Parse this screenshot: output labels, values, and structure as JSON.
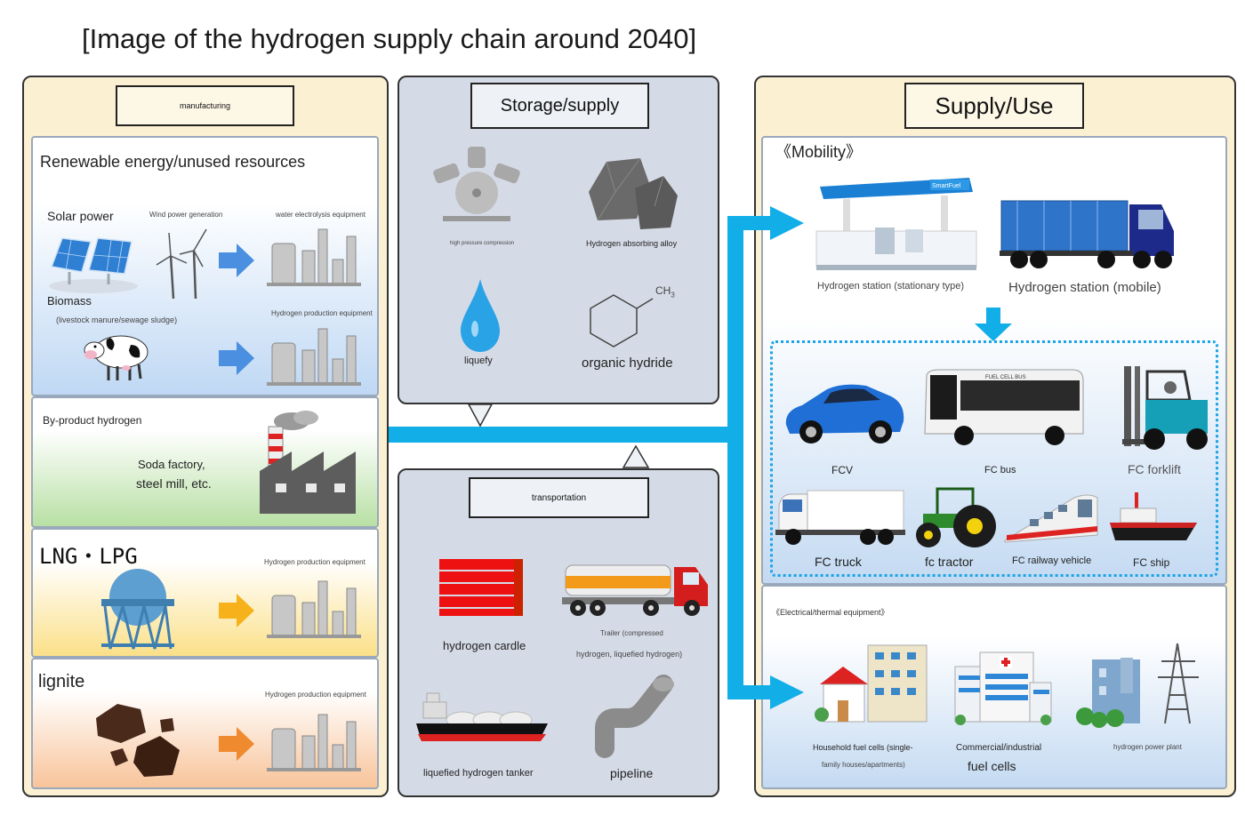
{
  "title": "[Image of the hydrogen supply chain around 2040]",
  "manufacturing": {
    "header": "manufacturing",
    "renewable": {
      "heading": "Renewable energy/unused resources",
      "solar": "Solar power",
      "wind": "Wind power generation",
      "electrolysis": "water electrolysis equipment",
      "biomass": "Biomass",
      "biomass_note": "(livestock manure/sewage sludge)",
      "equipment": "Hydrogen production equipment"
    },
    "byproduct": {
      "heading": "By-product hydrogen",
      "line1": "Soda factory,",
      "line2": "steel mill, etc."
    },
    "lng": {
      "heading": "LNG・LPG",
      "equipment": "Hydrogen production equipment"
    },
    "lignite": {
      "heading": "lignite",
      "equipment": "Hydrogen production equipment"
    }
  },
  "storage": {
    "header": "Storage/supply",
    "compression": "high pressure compression",
    "alloy": "Hydrogen absorbing alloy",
    "liquefy": "liquefy",
    "hydride": "organic hydride",
    "ch": "CH",
    "ch_sub": "3"
  },
  "transport": {
    "header": "transportation",
    "cardle": "hydrogen cardle",
    "trailer_line1": "Trailer (compressed",
    "trailer_line2": "hydrogen, liquefied hydrogen)",
    "tanker": "liquefied hydrogen tanker",
    "pipeline": "pipeline"
  },
  "supply": {
    "header": "Supply/Use",
    "mobility": {
      "heading": "《Mobility》",
      "station_stationary": "Hydrogen station (stationary type)",
      "station_mobile": "Hydrogen station (mobile)",
      "station_sign": "SmartFuel",
      "vehicles": {
        "fcv": "FCV",
        "bus": "FC bus",
        "bus_sign": "FUEL CELL BUS",
        "forklift": "FC forklift",
        "truck": "FC truck",
        "tractor": "fc tractor",
        "railway": "FC railway vehicle",
        "ship": "FC ship"
      }
    },
    "electrical": {
      "heading": "《Electrical/thermal equipment》",
      "household_line1": "Household fuel cells (single-",
      "household_line2": "family houses/apartments)",
      "commercial_line1": "Commercial/industrial",
      "commercial_line2": "fuel cells",
      "power_plant": "hydrogen power plant"
    }
  },
  "colors": {
    "flow_arrow": "#12aee8",
    "renewable_arrow": "#4a8fe0",
    "lng_arrow": "#f7b21b",
    "lignite_arrow": "#f08a2e",
    "panel_cream": "#fbf0d2",
    "panel_grey": "#d5dbe6"
  }
}
